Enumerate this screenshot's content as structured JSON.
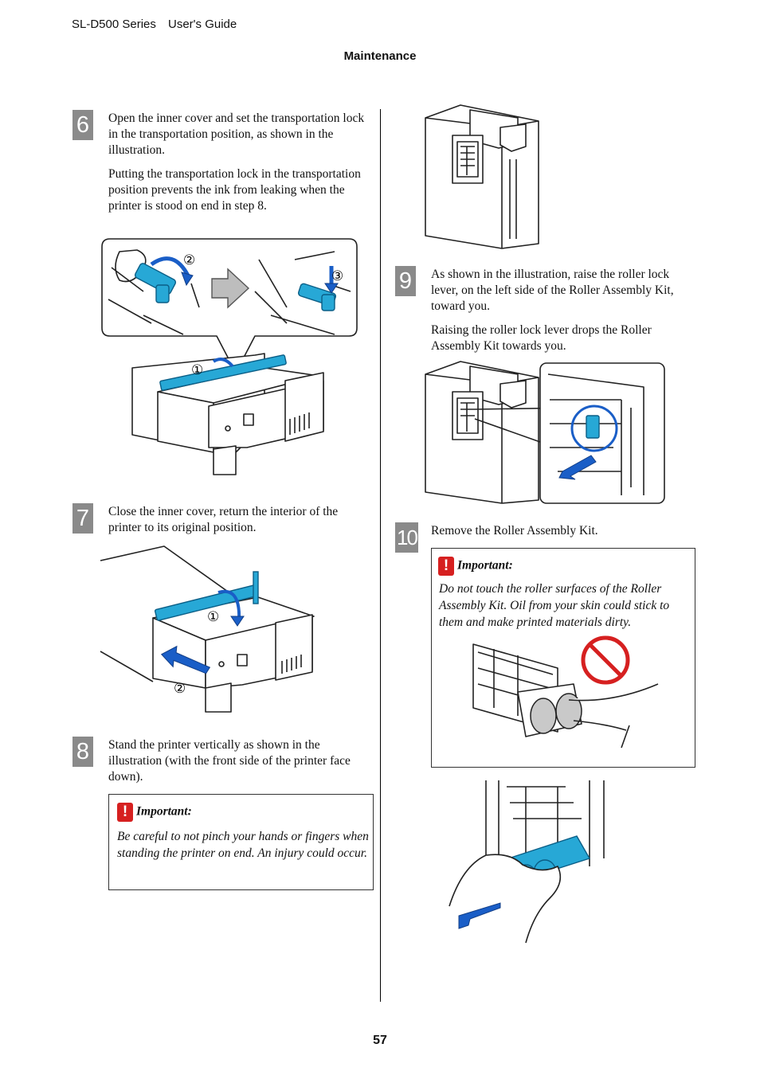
{
  "header": {
    "product": "SL-D500 Series",
    "guide": "User's Guide",
    "section": "Maintenance"
  },
  "footer": {
    "page_number": "57"
  },
  "steps": [
    {
      "number": "6",
      "paragraphs": [
        "Open the inner cover and set the transportation lock in the transportation position, as shown in the illustration.",
        "Putting the transportation lock in the transportation position prevents the ink from leaking when the printer is stood on end in step 8."
      ],
      "callouts": [
        "①",
        "②",
        "③"
      ]
    },
    {
      "number": "7",
      "paragraphs": [
        "Close the inner cover, return the interior of the printer to its original position."
      ],
      "callouts": [
        "①",
        "②"
      ]
    },
    {
      "number": "8",
      "paragraphs": [
        "Stand the printer vertically as shown in the illustration (with the front side of the printer face down)."
      ],
      "important": {
        "title": "Important:",
        "text": "Be careful to not pinch your hands or fingers when standing the printer on end. An injury could occur."
      }
    },
    {
      "number": "9",
      "paragraphs": [
        "As shown in the illustration, raise the roller lock lever, on the left side of the Roller Assembly Kit, toward you.",
        "Raising the roller lock lever drops the Roller Assembly Kit towards you."
      ]
    },
    {
      "number": "10",
      "paragraphs": [
        "Remove the Roller Assembly Kit."
      ],
      "important": {
        "title": "Important:",
        "text": "Do not touch the roller surfaces of the Roller Assembly Kit. Oil from your skin could stick to them and make printed materials dirty."
      }
    }
  ],
  "icons": {
    "important": "exclamation-icon",
    "prohibited": "no-symbol-icon",
    "arrow": "blue-arrow-icon"
  },
  "colors": {
    "accent_blue": "#27a8d6",
    "arrow_blue": "#1a5ec7",
    "warning_red": "#d62020",
    "step_gray": "#8a8a8a"
  }
}
